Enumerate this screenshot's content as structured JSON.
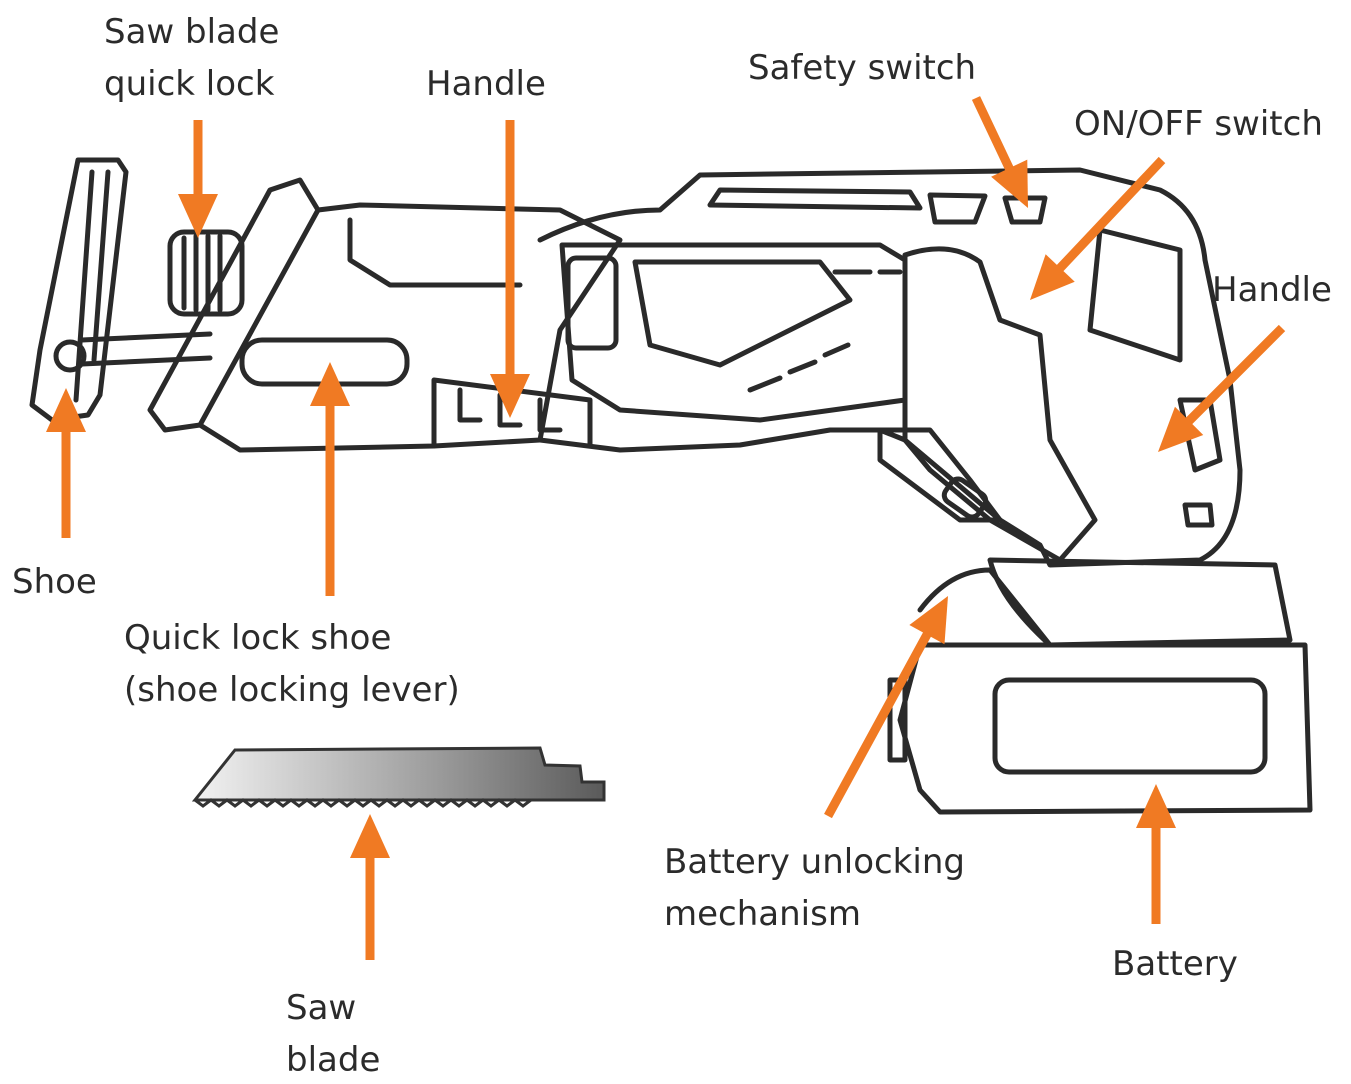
{
  "diagram": {
    "accent_color": "#F07A23",
    "outline_color": "#2a2a2a",
    "labels": [
      {
        "id": "saw-blade-quick-lock",
        "text": [
          "Saw blade",
          "quick lock"
        ]
      },
      {
        "id": "handle-front",
        "text": [
          "Handle"
        ]
      },
      {
        "id": "safety-switch",
        "text": [
          "Safety switch"
        ]
      },
      {
        "id": "on-off-switch",
        "text": [
          "ON/OFF switch"
        ]
      },
      {
        "id": "handle-rear",
        "text": [
          "Handle"
        ]
      },
      {
        "id": "shoe",
        "text": [
          "Shoe"
        ]
      },
      {
        "id": "quick-lock-shoe",
        "text": [
          "Quick lock shoe",
          "(shoe locking lever)"
        ]
      },
      {
        "id": "battery-unlocking",
        "text": [
          "Battery unlocking",
          "mechanism"
        ]
      },
      {
        "id": "battery",
        "text": [
          "Battery"
        ]
      },
      {
        "id": "saw-blade",
        "text": [
          "Saw",
          "blade"
        ]
      }
    ]
  }
}
